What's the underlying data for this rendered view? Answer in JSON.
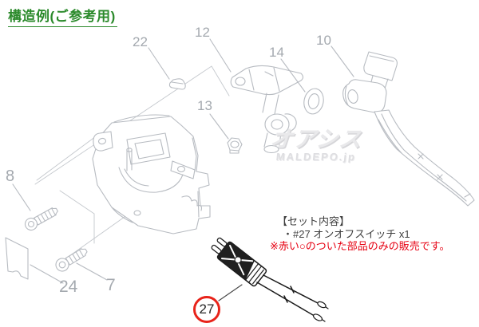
{
  "title": "構造例(ご参考用)",
  "watermark": {
    "brand": "オアシス",
    "domain": "MALDEPO.jp"
  },
  "parts": [
    {
      "number": "22"
    },
    {
      "number": "12"
    },
    {
      "number": "14"
    },
    {
      "number": "10"
    },
    {
      "number": "13"
    },
    {
      "number": "8"
    },
    {
      "number": "24"
    },
    {
      "number": "7"
    }
  ],
  "highlight": {
    "number": "27"
  },
  "note": {
    "header": "【セット内容】",
    "item": "・#27 オンオフスイッチ x1",
    "warning": "※赤い○のついた部品のみの販売です。"
  },
  "colors": {
    "title_green": "#2b8a2b",
    "warning_red": "#e60012",
    "highlight_circle_red": "#e8231a",
    "diagram_line_gray": "#b7bbc1",
    "label_gray": "#a4a9af",
    "highlighted_part_black": "#1a1a1a",
    "watermark_gray": "#e9e9eb"
  }
}
